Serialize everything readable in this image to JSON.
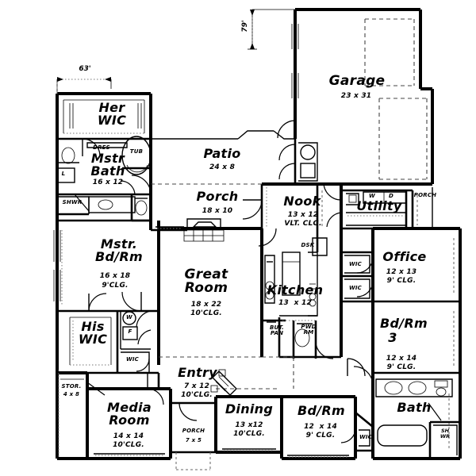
{
  "plan": {
    "type": "architectural-floor-plan",
    "title": "Main Floor Plan",
    "overall_dimensions": [
      {
        "id": "width-63",
        "label": "63'",
        "orientation": "horizontal"
      },
      {
        "id": "depth-79",
        "label": "79'",
        "orientation": "vertical"
      }
    ]
  },
  "rooms": [
    {
      "id": "her-wic",
      "name": "Her\nWIC",
      "dim": "",
      "clg": ""
    },
    {
      "id": "mstr-bath",
      "name": "Mstr\nBath",
      "dim": "16 x 12",
      "clg": ""
    },
    {
      "id": "mstr-bdrm",
      "name": "Mstr.\nBd/Rm",
      "dim": "16 x 18",
      "clg": "9'CLG."
    },
    {
      "id": "his-wic",
      "name": "His\nWIC",
      "dim": "",
      "clg": ""
    },
    {
      "id": "media-room",
      "name": "Media\nRoom",
      "dim": "14 x 14",
      "clg": "10'CLG."
    },
    {
      "id": "storage",
      "name": "STOR.",
      "dim": "4 x 8",
      "clg": ""
    },
    {
      "id": "great-room",
      "name": "Great\nRoom",
      "dim": "18 x 22",
      "clg": "10'CLG."
    },
    {
      "id": "entry",
      "name": "Entry",
      "dim": "7 x 12",
      "clg": "10'CLG."
    },
    {
      "id": "front-porch",
      "name": "PORCH",
      "dim": "7 x 5",
      "clg": ""
    },
    {
      "id": "dining",
      "name": "Dining",
      "dim": "13 x 12",
      "clg": "10'CLG."
    },
    {
      "id": "patio",
      "name": "Patio",
      "dim": "24 x 8",
      "clg": ""
    },
    {
      "id": "rear-porch",
      "name": "Porch",
      "dim": "18 x 10",
      "clg": ""
    },
    {
      "id": "nook",
      "name": "Nook",
      "dim": "13 x 12",
      "clg": "VLT. CLG."
    },
    {
      "id": "kitchen",
      "name": "Kitchen",
      "dim": "13  x 12",
      "clg": ""
    },
    {
      "id": "garage",
      "name": "Garage",
      "dim": "23 x 31",
      "clg": ""
    },
    {
      "id": "utility",
      "name": "Utility",
      "dim": "",
      "clg": ""
    },
    {
      "id": "side-porch",
      "name": "PORCH",
      "dim": "",
      "clg": ""
    },
    {
      "id": "office",
      "name": "Office",
      "dim": "12 x 13",
      "clg": "9' CLG."
    },
    {
      "id": "bedroom-3",
      "name": "Bd/Rm\n3",
      "dim": "12 x 14",
      "clg": "9' CLG."
    },
    {
      "id": "bedroom-2",
      "name": "Bd/Rm",
      "dim": "12  x 14",
      "clg": "9' CLG."
    },
    {
      "id": "hall-bath",
      "name": "Bath",
      "dim": "",
      "clg": ""
    }
  ],
  "labels": {
    "her_wic": "Her\nWIC",
    "mstr_bath_name": "Mstr\nBath",
    "mstr_bath_dim": "16 x 12",
    "dres": "DRES",
    "tub": "TUB",
    "shwr": "SHWR",
    "linen": "L",
    "mstr_bdrm_name": "Mstr.\nBd/Rm",
    "mstr_bdrm_dim": "16 x 18",
    "mstr_bdrm_clg": "9'CLG.",
    "his_wic": "His\nWIC",
    "wic": "WIC",
    "washer": "W",
    "furnace": "F",
    "storage_name": "STOR.",
    "storage_dim": "4 x 8",
    "media_name": "Media\nRoom",
    "media_dim": "14 x 14",
    "media_clg": "10'CLG.",
    "great_name": "Great\nRoom",
    "great_dim": "18 x 22",
    "great_clg": "10'CLG.",
    "entry_name": "Entry",
    "entry_dim": "7 x 12",
    "entry_clg": "10'CLG.",
    "front_porch_name": "PORCH",
    "front_porch_dim": "7 x 5",
    "dining_name": "Dining",
    "dining_dim": "13 x12",
    "dining_clg": "10'CLG.",
    "patio_name": "Patio",
    "patio_dim": "24 x 8",
    "porch_name": "Porch",
    "porch_dim": "18 x 10",
    "nook_name": "Nook",
    "nook_dim": "13 x 12",
    "nook_clg": "VLT. CLG.",
    "kitchen_name": "Kitchen",
    "kitchen_dim": "13  x 12",
    "desk": "DSK",
    "butler_pantry": "BUT.\nPAN",
    "powder_room": "PWD\nRM",
    "garage_name": "Garage",
    "garage_dim": "23 x 31",
    "utility_name": "Utility",
    "laundry_w": "W",
    "laundry_d": "D",
    "side_porch": "PORCH",
    "office_name": "Office",
    "office_dim": "12 x 13",
    "office_clg": "9' CLG.",
    "bd3_name": "Bd/Rm",
    "bd3_num": "3",
    "bd3_dim": "12 x 14",
    "bd3_clg": "9' CLG.",
    "bd2_name": "Bd/Rm",
    "bd2_dim": "12  x 14",
    "bd2_clg": "9' CLG.",
    "bath_name": "Bath",
    "shower_wr": "SH\nWR",
    "dim_width": "63'",
    "dim_depth": "79'"
  },
  "colors": {
    "wall": "#000000",
    "thin": "#222222",
    "dashed": "#555555",
    "background": "#ffffff"
  }
}
